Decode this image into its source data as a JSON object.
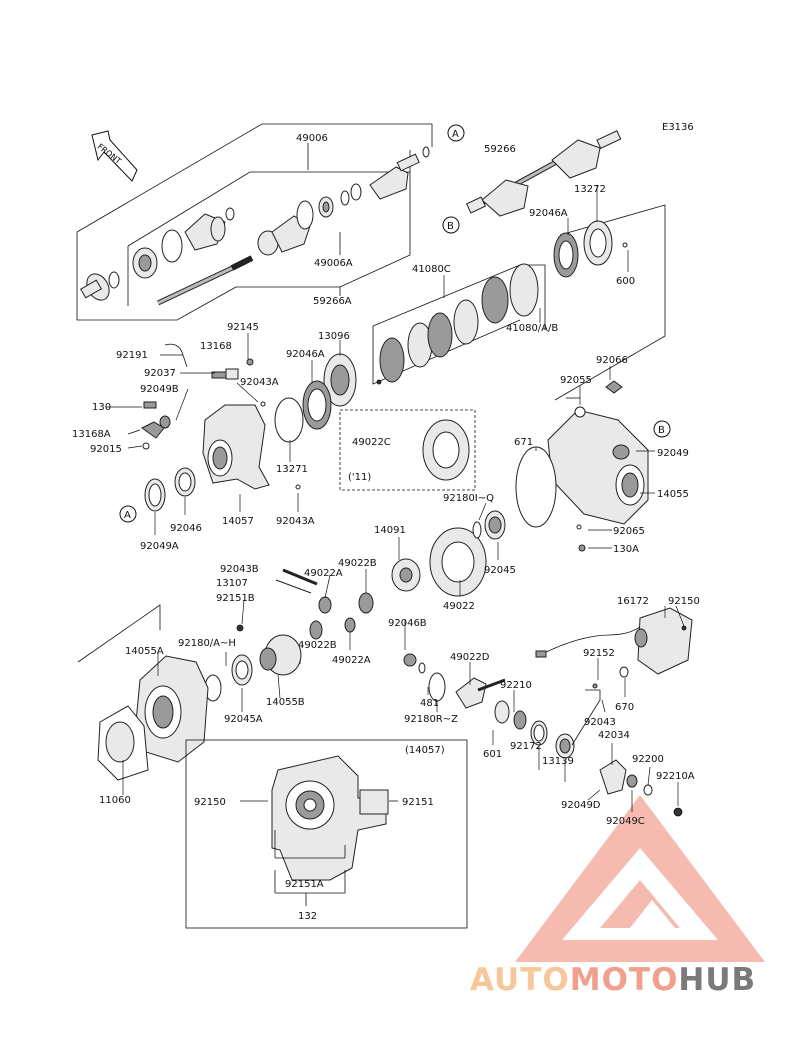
{
  "diagram": {
    "code": "E3136",
    "front": "FRONT",
    "inset_group": "(14057)",
    "inset_note": "('11)",
    "markers": [
      "A",
      "B"
    ],
    "labels": {
      "p49006": "49006",
      "p59266": "59266",
      "p13272": "13272",
      "p92046A_top": "92046A",
      "p600": "600",
      "p49006A": "49006A",
      "p59266A": "59266A",
      "p41080C": "41080C",
      "p41080AB": "41080/A/B",
      "p92145": "92145",
      "p13096": "13096",
      "p92191": "92191",
      "p13168": "13168",
      "p92046A_mid": "92046A",
      "p92037": "92037",
      "p92043A_a": "92043A",
      "p92049B": "92049B",
      "p130": "130",
      "p13168A": "13168A",
      "p92015": "92015",
      "p13271": "13271",
      "p92066": "92066",
      "p92055": "92055",
      "p49022C": "49022C",
      "p671": "671",
      "p92049": "92049",
      "p14055": "14055",
      "p92049A": "92049A",
      "p92046": "92046",
      "p14057": "14057",
      "p92043A_b": "92043A",
      "p92180IQ": "92180I~Q",
      "p92065": "92065",
      "p130A": "130A",
      "p14091": "14091",
      "p92045": "92045",
      "p92043B": "92043B",
      "p49022A_a": "49022A",
      "p49022B_a": "49022B",
      "p13107": "13107",
      "p92151B": "92151B",
      "p49022": "49022",
      "p92046B": "92046B",
      "p16172": "16172",
      "p92150_a": "92150",
      "p14055A": "14055A",
      "p92180AH": "92180/A~H",
      "p49022A_b": "49022A",
      "p49022B_b": "49022B",
      "p49022D": "49022D",
      "p92152": "92152",
      "p14055B": "14055B",
      "p92045A": "92045A",
      "p481": "481",
      "p92180RZ": "92180R~Z",
      "p92210": "92210",
      "p670": "670",
      "p92043": "92043",
      "p42034": "42034",
      "p601": "601",
      "p92172": "92172",
      "p13139": "13139",
      "p92200": "92200",
      "p92210A": "92210A",
      "p92049D": "92049D",
      "p92049C": "92049C",
      "p11060": "11060",
      "p92150_b": "92150",
      "p92151": "92151",
      "p92151A": "92151A",
      "p132": "132"
    }
  },
  "watermark": {
    "part1": "AUTO",
    "part2": "MOTO",
    "part3": "HUB",
    "colors": [
      "#f6c79a",
      "#f2a08e",
      "#7a7a7a"
    ]
  }
}
